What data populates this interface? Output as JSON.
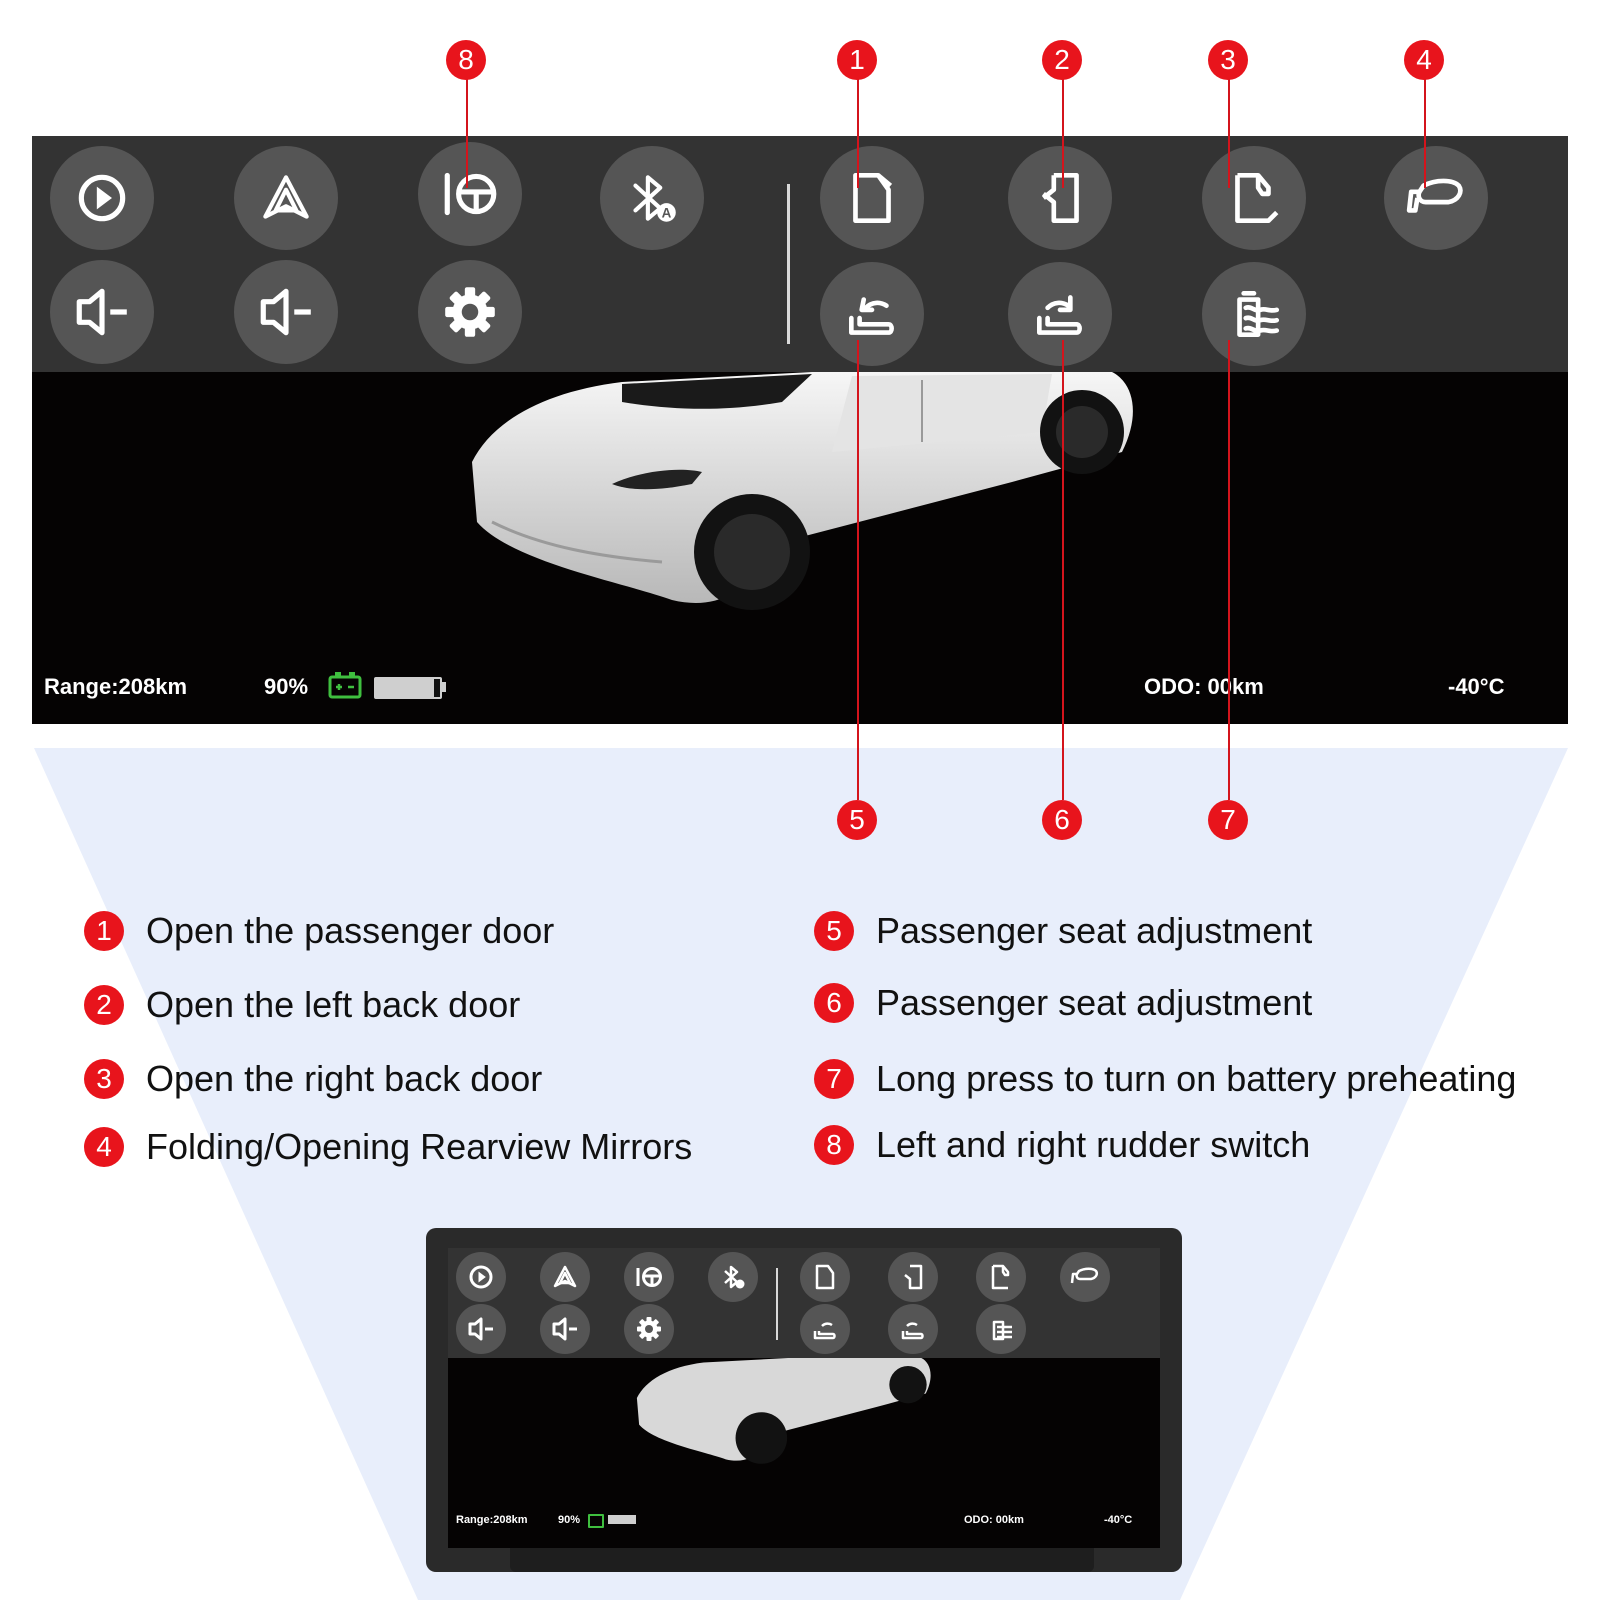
{
  "screen": {
    "status": {
      "range": "Range:208km",
      "battery_percent": "90%",
      "battery_level": 0.9,
      "odo": "ODO: 00km",
      "temperature": "-40°C"
    },
    "buttons_left": [
      {
        "icon": "carplay-icon"
      },
      {
        "icon": "android-auto-icon"
      },
      {
        "icon": "steering-switch-icon"
      },
      {
        "icon": "bluetooth-auto-icon"
      },
      {
        "icon": "volume-down-icon"
      },
      {
        "icon": "volume-down-icon"
      },
      {
        "icon": "settings-gear-icon"
      }
    ],
    "buttons_right": [
      {
        "icon": "passenger-door-icon"
      },
      {
        "icon": "left-back-door-icon"
      },
      {
        "icon": "right-back-door-icon"
      },
      {
        "icon": "rearview-mirror-icon"
      },
      {
        "icon": "seat-adjust-icon"
      },
      {
        "icon": "seat-adjust-icon"
      },
      {
        "icon": "battery-heat-icon"
      }
    ]
  },
  "callouts": [
    "8",
    "1",
    "2",
    "3",
    "4",
    "5",
    "6",
    "7"
  ],
  "legend": [
    {
      "num": "1",
      "text": "Open the passenger door"
    },
    {
      "num": "2",
      "text": "Open the left back door"
    },
    {
      "num": "3",
      "text": "Open the right back door"
    },
    {
      "num": "4",
      "text": "Folding/Opening Rearview Mirrors"
    },
    {
      "num": "5",
      "text": "Passenger seat adjustment"
    },
    {
      "num": "6",
      "text": "Passenger seat adjustment"
    },
    {
      "num": "7",
      "text": "Long press to turn on battery preheating"
    },
    {
      "num": "8",
      "text": "Left and right rudder switch"
    }
  ],
  "device": {
    "status": {
      "range": "Range:208km",
      "battery_percent": "90%",
      "odo": "ODO: 00km",
      "temperature": "-40°C"
    }
  },
  "colors": {
    "toolbar": "#333333",
    "button": "#555555",
    "callout": "#e8141c",
    "battery_icon": "#3fbf3f",
    "backdrop": "#e8eefb"
  }
}
